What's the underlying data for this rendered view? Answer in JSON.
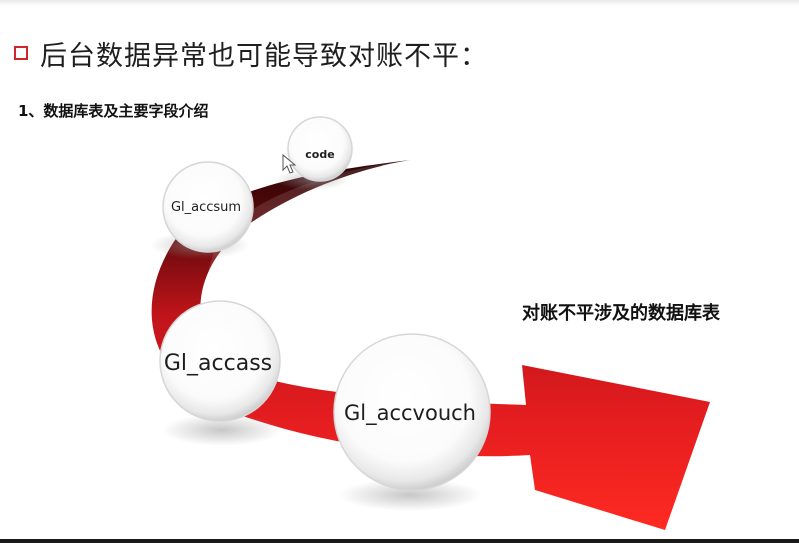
{
  "heading": "后台数据异常也可能导致对账不平：",
  "subheading": "1、数据库表及主要字段介绍",
  "side_label": "对账不平涉及的数据库表",
  "tables": {
    "code": "code",
    "gl_accsum": "Gl_accsum",
    "gl_accass": "Gl_accass",
    "gl_accvouch": "Gl_accvouch"
  },
  "colors": {
    "arrow_red": "#e31b1b",
    "arrow_dark": "#3a0608",
    "bullet": "#d0262b"
  }
}
